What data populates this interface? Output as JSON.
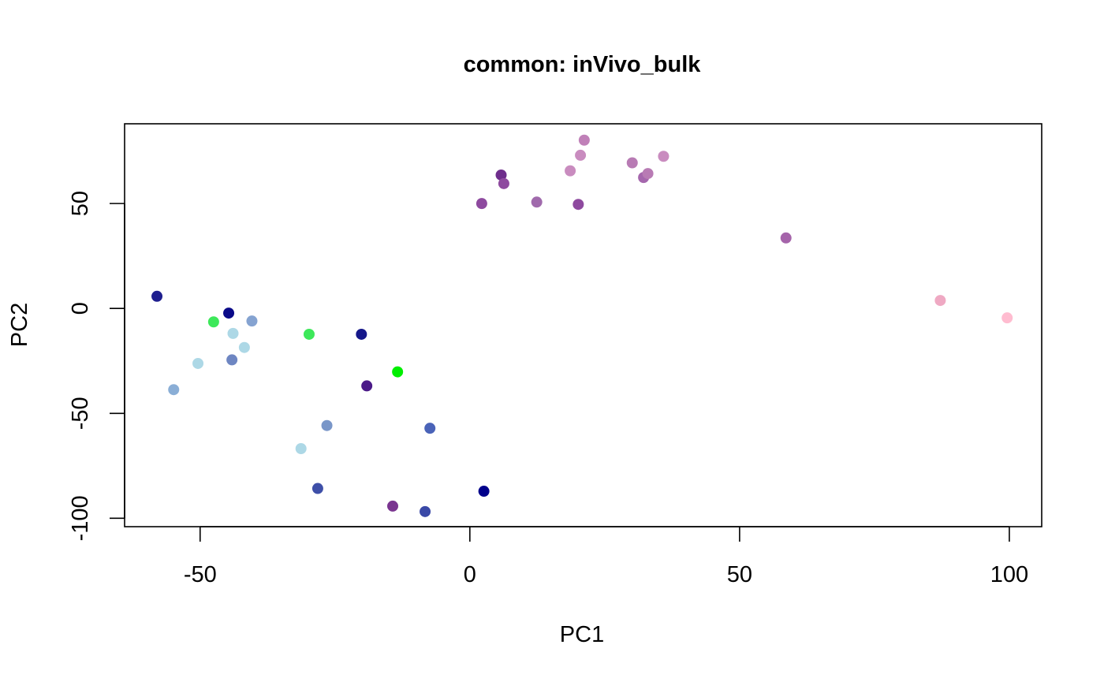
{
  "chart_data": {
    "type": "scatter",
    "title": "common: inVivo_bulk",
    "xlabel": "PC1",
    "ylabel": "PC2",
    "xlim": [
      -64,
      106
    ],
    "ylim": [
      -104,
      88
    ],
    "xticks": [
      -50,
      0,
      50,
      100
    ],
    "yticks": [
      -100,
      -50,
      0,
      50
    ],
    "xtick_labels": [
      "-50",
      "0",
      "50",
      "100"
    ],
    "ytick_labels": [
      "-100",
      "-50",
      "0",
      "50"
    ],
    "grid": false,
    "points": [
      {
        "x": -58,
        "y": 5.8,
        "color": "#1f1f8f"
      },
      {
        "x": -44.7,
        "y": -2.2,
        "color": "#0a0a88"
      },
      {
        "x": -47.5,
        "y": -6.4,
        "color": "#3de85a"
      },
      {
        "x": -40.4,
        "y": -6.0,
        "color": "#85a3d1"
      },
      {
        "x": -43.9,
        "y": -11.9,
        "color": "#add8e6"
      },
      {
        "x": -41.8,
        "y": -18.6,
        "color": "#add8e6"
      },
      {
        "x": -44.1,
        "y": -24.5,
        "color": "#6e86c2"
      },
      {
        "x": -50.4,
        "y": -26.2,
        "color": "#add8e6"
      },
      {
        "x": -54.9,
        "y": -38.7,
        "color": "#8aaed6"
      },
      {
        "x": -29.8,
        "y": -12.3,
        "color": "#3de85a"
      },
      {
        "x": -20.1,
        "y": -12.3,
        "color": "#15178a"
      },
      {
        "x": -13.4,
        "y": -30.2,
        "color": "#00ee00"
      },
      {
        "x": -19.1,
        "y": -36.9,
        "color": "#4b1a88"
      },
      {
        "x": -26.5,
        "y": -55.8,
        "color": "#7996c8"
      },
      {
        "x": -31.3,
        "y": -66.8,
        "color": "#add8e6"
      },
      {
        "x": -7.4,
        "y": -57.1,
        "color": "#4a63b8"
      },
      {
        "x": -28.2,
        "y": -85.8,
        "color": "#3e4fa8"
      },
      {
        "x": -14.3,
        "y": -94.2,
        "color": "#7a3590"
      },
      {
        "x": -8.3,
        "y": -96.8,
        "color": "#3a49a7"
      },
      {
        "x": 2.6,
        "y": -87.1,
        "color": "#00008b"
      },
      {
        "x": 2.2,
        "y": 50.0,
        "color": "#8e4a9f"
      },
      {
        "x": 5.8,
        "y": 63.6,
        "color": "#6e2e8c"
      },
      {
        "x": 6.3,
        "y": 59.5,
        "color": "#8e4a9f"
      },
      {
        "x": 12.4,
        "y": 50.7,
        "color": "#a06aac"
      },
      {
        "x": 18.6,
        "y": 65.6,
        "color": "#c98cbf"
      },
      {
        "x": 20.1,
        "y": 49.6,
        "color": "#8e4a9f"
      },
      {
        "x": 20.5,
        "y": 73.0,
        "color": "#c98cbf"
      },
      {
        "x": 21.2,
        "y": 80.2,
        "color": "#c080b8"
      },
      {
        "x": 30.1,
        "y": 69.4,
        "color": "#b87bb4"
      },
      {
        "x": 32.2,
        "y": 62.4,
        "color": "#a567ad"
      },
      {
        "x": 33.0,
        "y": 64.3,
        "color": "#b87bb4"
      },
      {
        "x": 35.9,
        "y": 72.5,
        "color": "#c98cbf"
      },
      {
        "x": 58.6,
        "y": 33.6,
        "color": "#a564aa"
      },
      {
        "x": 87.2,
        "y": 3.8,
        "color": "#efa9c3"
      },
      {
        "x": 99.6,
        "y": -4.5,
        "color": "#ffbcd0"
      }
    ]
  }
}
